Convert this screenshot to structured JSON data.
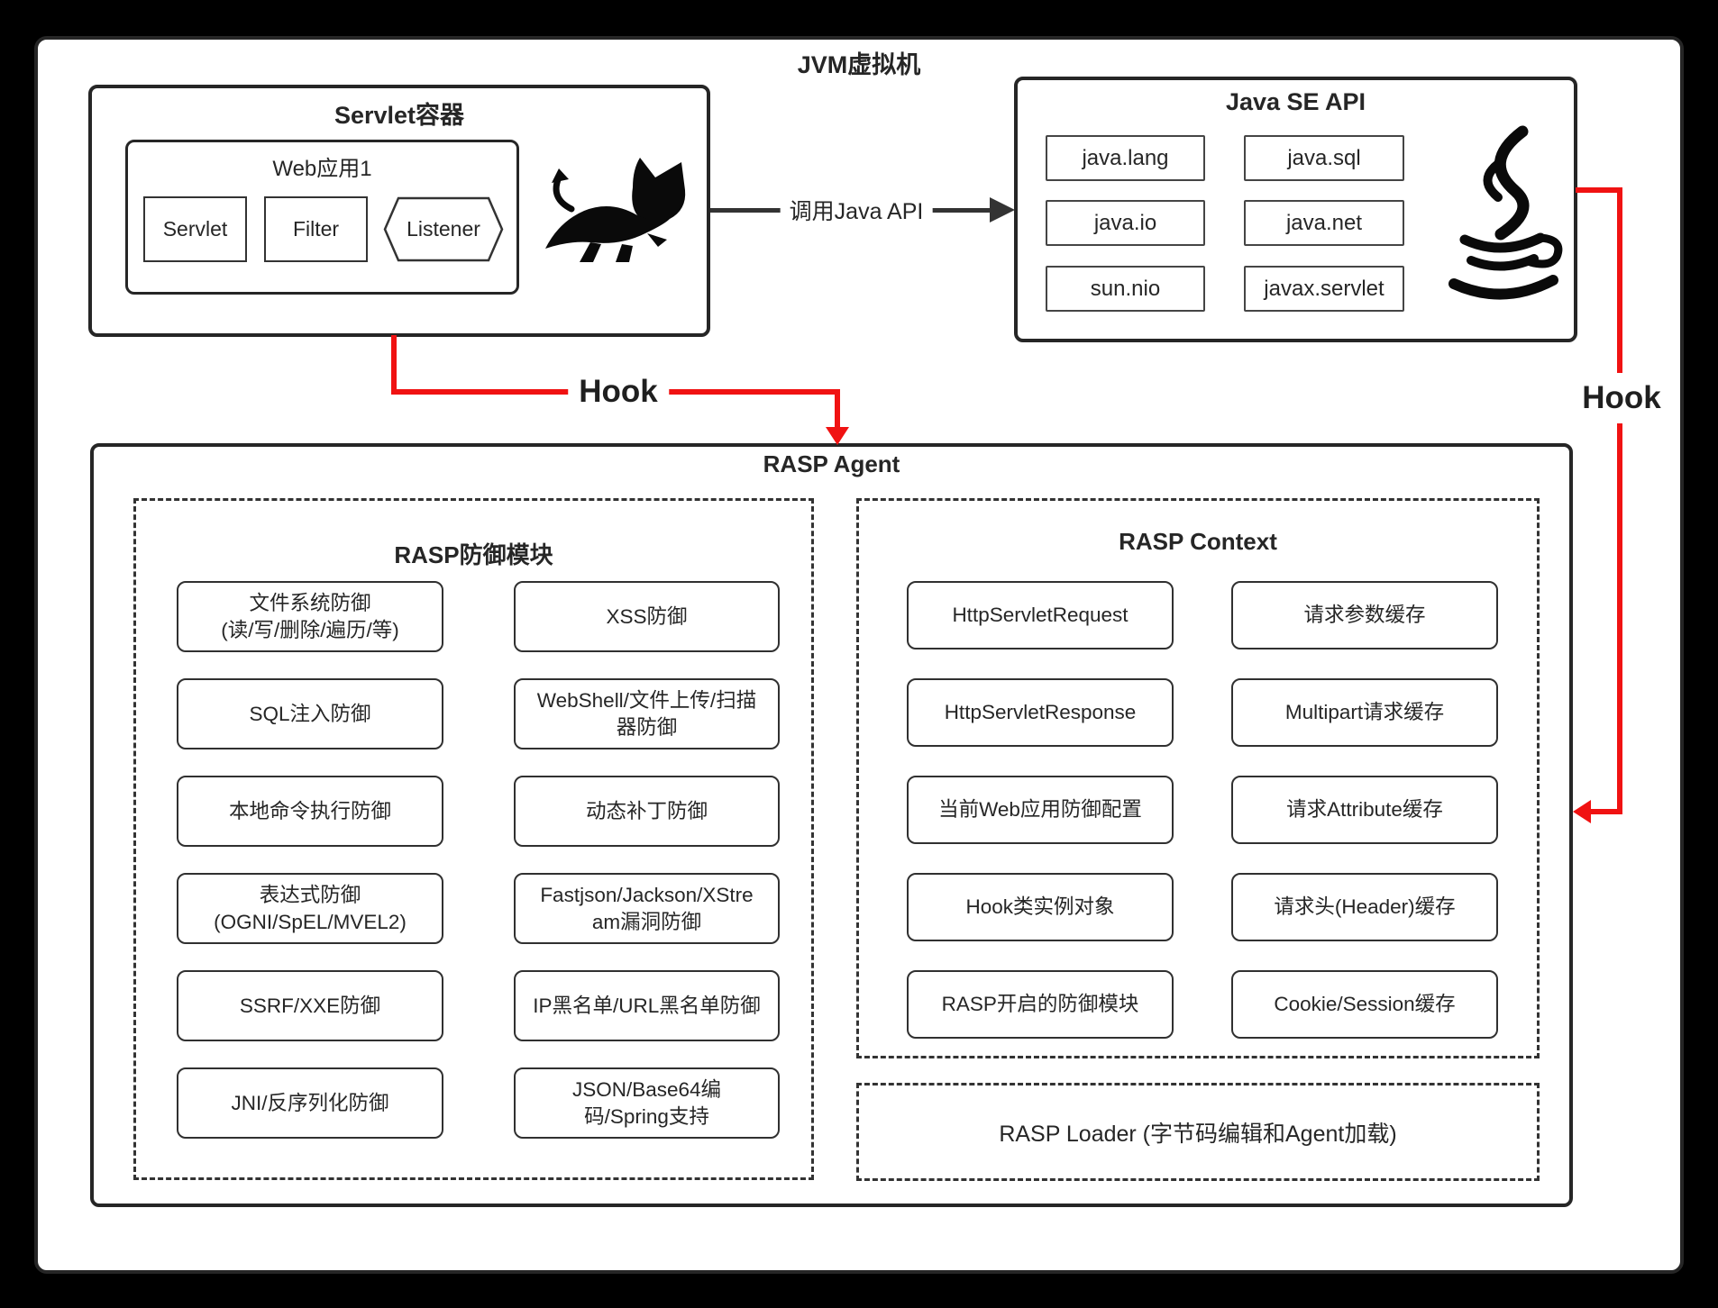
{
  "page": {
    "jvm_title": "JVM虚拟机",
    "colors": {
      "accent_red": "#f01212",
      "ink": "#262626"
    }
  },
  "servlet_container": {
    "title": "Servlet容器",
    "logo_icon": "tomcat-logo",
    "web_app": {
      "title": "Web应用1",
      "servlet": "Servlet",
      "filter": "Filter",
      "listener": "Listener"
    }
  },
  "java_se_api": {
    "title": "Java SE API",
    "logo_icon": "java-logo",
    "packages": [
      "java.lang",
      "java.sql",
      "java.io",
      "java.net",
      "sun.nio",
      "javax.servlet"
    ]
  },
  "connections": {
    "call_api_label": "调用Java API",
    "hook_left_label": "Hook",
    "hook_right_label": "Hook"
  },
  "rasp_agent": {
    "title": "RASP Agent",
    "defense_modules": {
      "title": "RASP防御模块",
      "items": [
        "文件系统防御\n(读/写/删除/遍历/等)",
        "XSS防御",
        "SQL注入防御",
        "WebShell/文件上传/扫描\n器防御",
        "本地命令执行防御",
        "动态补丁防御",
        "表达式防御\n(OGNI/SpEL/MVEL2)",
        "Fastjson/Jackson/XStre\nam漏洞防御",
        "SSRF/XXE防御",
        "IP黑名单/URL黑名单防御",
        "JNI/反序列化防御",
        "JSON/Base64编\n码/Spring支持"
      ]
    },
    "context": {
      "title": "RASP Context",
      "items": [
        "HttpServletRequest",
        "请求参数缓存",
        "HttpServletResponse",
        "Multipart请求缓存",
        "当前Web应用防御配置",
        "请求Attribute缓存",
        "Hook类实例对象",
        "请求头(Header)缓存",
        "RASP开启的防御模块",
        "Cookie/Session缓存"
      ]
    },
    "loader_label": "RASP Loader (字节码编辑和Agent加载)"
  }
}
